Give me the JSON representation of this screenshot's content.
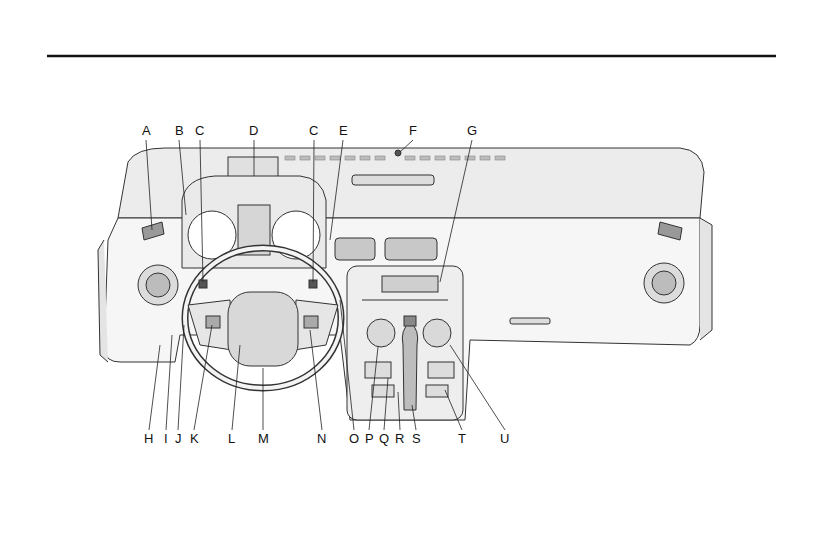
{
  "diagram": {
    "labels": [
      "A",
      "B",
      "C",
      "D",
      "C",
      "E",
      "F",
      "G",
      "H",
      "I",
      "J",
      "K",
      "L",
      "M",
      "N",
      "O",
      "P",
      "Q",
      "R",
      "S",
      "T",
      "U"
    ]
  }
}
